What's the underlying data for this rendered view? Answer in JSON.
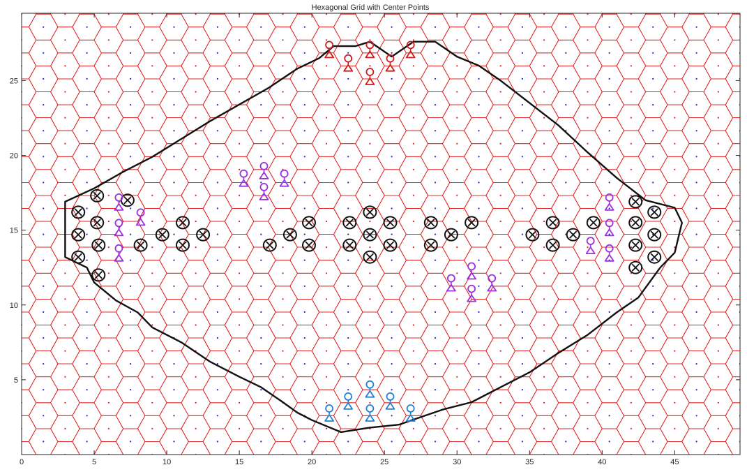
{
  "chart_data": {
    "type": "scatter",
    "title": "Hexagonal Grid with Center Points",
    "xlabel": "",
    "ylabel": "",
    "xlim": [
      0,
      49.5
    ],
    "ylim": [
      0,
      29.5
    ],
    "x_ticks": [
      0,
      5,
      10,
      15,
      20,
      25,
      30,
      35,
      40,
      45
    ],
    "y_ticks": [
      5,
      10,
      15,
      20,
      25
    ],
    "x_tick_labels": [
      "0",
      "5",
      "10",
      "15",
      "20",
      "25",
      "30",
      "35",
      "40",
      "45"
    ],
    "y_tick_labels": [
      "5",
      "10",
      "15",
      "20",
      "25"
    ],
    "grid": false,
    "hex_grid": {
      "hex_radius": 1.0,
      "edge_color": "#e02020",
      "center_colors": [
        "#e02020",
        "#2020d0"
      ],
      "x_range": [
        0,
        49.5
      ],
      "y_range": [
        0,
        29.5
      ]
    },
    "boundary_color": "#111111",
    "boundary": [
      [
        3,
        16.9
      ],
      [
        5,
        17.8
      ],
      [
        7,
        18.9
      ],
      [
        9,
        19.9
      ],
      [
        11,
        21.1
      ],
      [
        13,
        22.3
      ],
      [
        15,
        23.4
      ],
      [
        17,
        24.5
      ],
      [
        19,
        25.8
      ],
      [
        20.5,
        26.5
      ],
      [
        21.5,
        27.3
      ],
      [
        23,
        27.3
      ],
      [
        24,
        27.6
      ],
      [
        25.5,
        26.6
      ],
      [
        27,
        27.6
      ],
      [
        28.5,
        27.6
      ],
      [
        30,
        26.6
      ],
      [
        31.5,
        26.0
      ],
      [
        33,
        25.0
      ],
      [
        35,
        23.5
      ],
      [
        37,
        22.0
      ],
      [
        39,
        20.2
      ],
      [
        41,
        18.5
      ],
      [
        43,
        17.0
      ],
      [
        45,
        16.5
      ],
      [
        45.5,
        15.5
      ],
      [
        45,
        13.5
      ],
      [
        44,
        12.5
      ],
      [
        42.5,
        10.5
      ],
      [
        41,
        9.5
      ],
      [
        39,
        8.0
      ],
      [
        37,
        6.8
      ],
      [
        35,
        5.5
      ],
      [
        33,
        4.5
      ],
      [
        31,
        3.5
      ],
      [
        29,
        3.0
      ],
      [
        27.5,
        2.5
      ],
      [
        26,
        2.0
      ],
      [
        24,
        1.8
      ],
      [
        22,
        1.5
      ],
      [
        20,
        2.3
      ],
      [
        19,
        2.8
      ],
      [
        18,
        3.5
      ],
      [
        16.5,
        4.5
      ],
      [
        15,
        5.2
      ],
      [
        13,
        6.2
      ],
      [
        11,
        7.5
      ],
      [
        9,
        8.5
      ],
      [
        8,
        9.5
      ],
      [
        6.5,
        10.3
      ],
      [
        5,
        11.5
      ],
      [
        4.5,
        12.5
      ],
      [
        3,
        13.2
      ],
      [
        3,
        14.5
      ],
      [
        3,
        15.5
      ]
    ],
    "series": [
      {
        "color": "#111111",
        "symbol": "circle-x",
        "points": [
          [
            5.2,
            17.3
          ],
          [
            3.9,
            16.2
          ],
          [
            5.2,
            15.5
          ],
          [
            7.3,
            17.0
          ],
          [
            3.9,
            14.7
          ],
          [
            5.3,
            14.0
          ],
          [
            3.9,
            13.2
          ],
          [
            5.3,
            12.0
          ],
          [
            8.2,
            14.0
          ],
          [
            9.7,
            14.7
          ],
          [
            11.1,
            15.5
          ],
          [
            11.1,
            14.0
          ],
          [
            12.5,
            14.7
          ],
          [
            17.1,
            14.0
          ],
          [
            18.5,
            14.7
          ],
          [
            19.8,
            15.5
          ],
          [
            19.8,
            14.0
          ],
          [
            22.6,
            15.5
          ],
          [
            22.6,
            14.0
          ],
          [
            24.0,
            16.2
          ],
          [
            24.0,
            14.7
          ],
          [
            24.0,
            13.2
          ],
          [
            25.4,
            15.5
          ],
          [
            25.4,
            14.0
          ],
          [
            28.2,
            15.5
          ],
          [
            28.2,
            14.0
          ],
          [
            29.6,
            14.7
          ],
          [
            31.0,
            15.5
          ],
          [
            35.2,
            14.7
          ],
          [
            36.6,
            15.5
          ],
          [
            36.6,
            14.0
          ],
          [
            38.0,
            14.7
          ],
          [
            39.4,
            15.5
          ],
          [
            42.3,
            16.9
          ],
          [
            43.6,
            16.2
          ],
          [
            42.3,
            15.5
          ],
          [
            43.6,
            14.7
          ],
          [
            42.3,
            14.0
          ],
          [
            43.6,
            13.2
          ],
          [
            42.3,
            12.5
          ]
        ]
      },
      {
        "color": "#9b30e0",
        "symbol": "person",
        "points": [
          [
            6.7,
            16.9
          ],
          [
            6.7,
            15.2
          ],
          [
            6.7,
            13.5
          ],
          [
            8.2,
            15.9
          ],
          [
            15.3,
            18.5
          ],
          [
            16.7,
            19.0
          ],
          [
            16.7,
            17.6
          ],
          [
            18.1,
            18.5
          ],
          [
            29.6,
            11.5
          ],
          [
            31.0,
            12.3
          ],
          [
            31.0,
            10.8
          ],
          [
            32.4,
            11.5
          ],
          [
            40.5,
            16.9
          ],
          [
            40.5,
            15.2
          ],
          [
            40.5,
            13.5
          ],
          [
            39.2,
            14.0
          ]
        ]
      },
      {
        "color": "#cc1c1c",
        "symbol": "person",
        "points": [
          [
            21.2,
            27.1
          ],
          [
            22.5,
            26.2
          ],
          [
            24.0,
            27.1
          ],
          [
            24.0,
            25.3
          ],
          [
            25.4,
            26.2
          ],
          [
            26.8,
            27.1
          ]
        ]
      },
      {
        "color": "#2080d8",
        "symbol": "person",
        "points": [
          [
            21.2,
            2.8
          ],
          [
            22.5,
            3.6
          ],
          [
            24.0,
            4.4
          ],
          [
            24.0,
            2.8
          ],
          [
            25.4,
            3.6
          ],
          [
            26.8,
            2.8
          ]
        ]
      }
    ]
  }
}
